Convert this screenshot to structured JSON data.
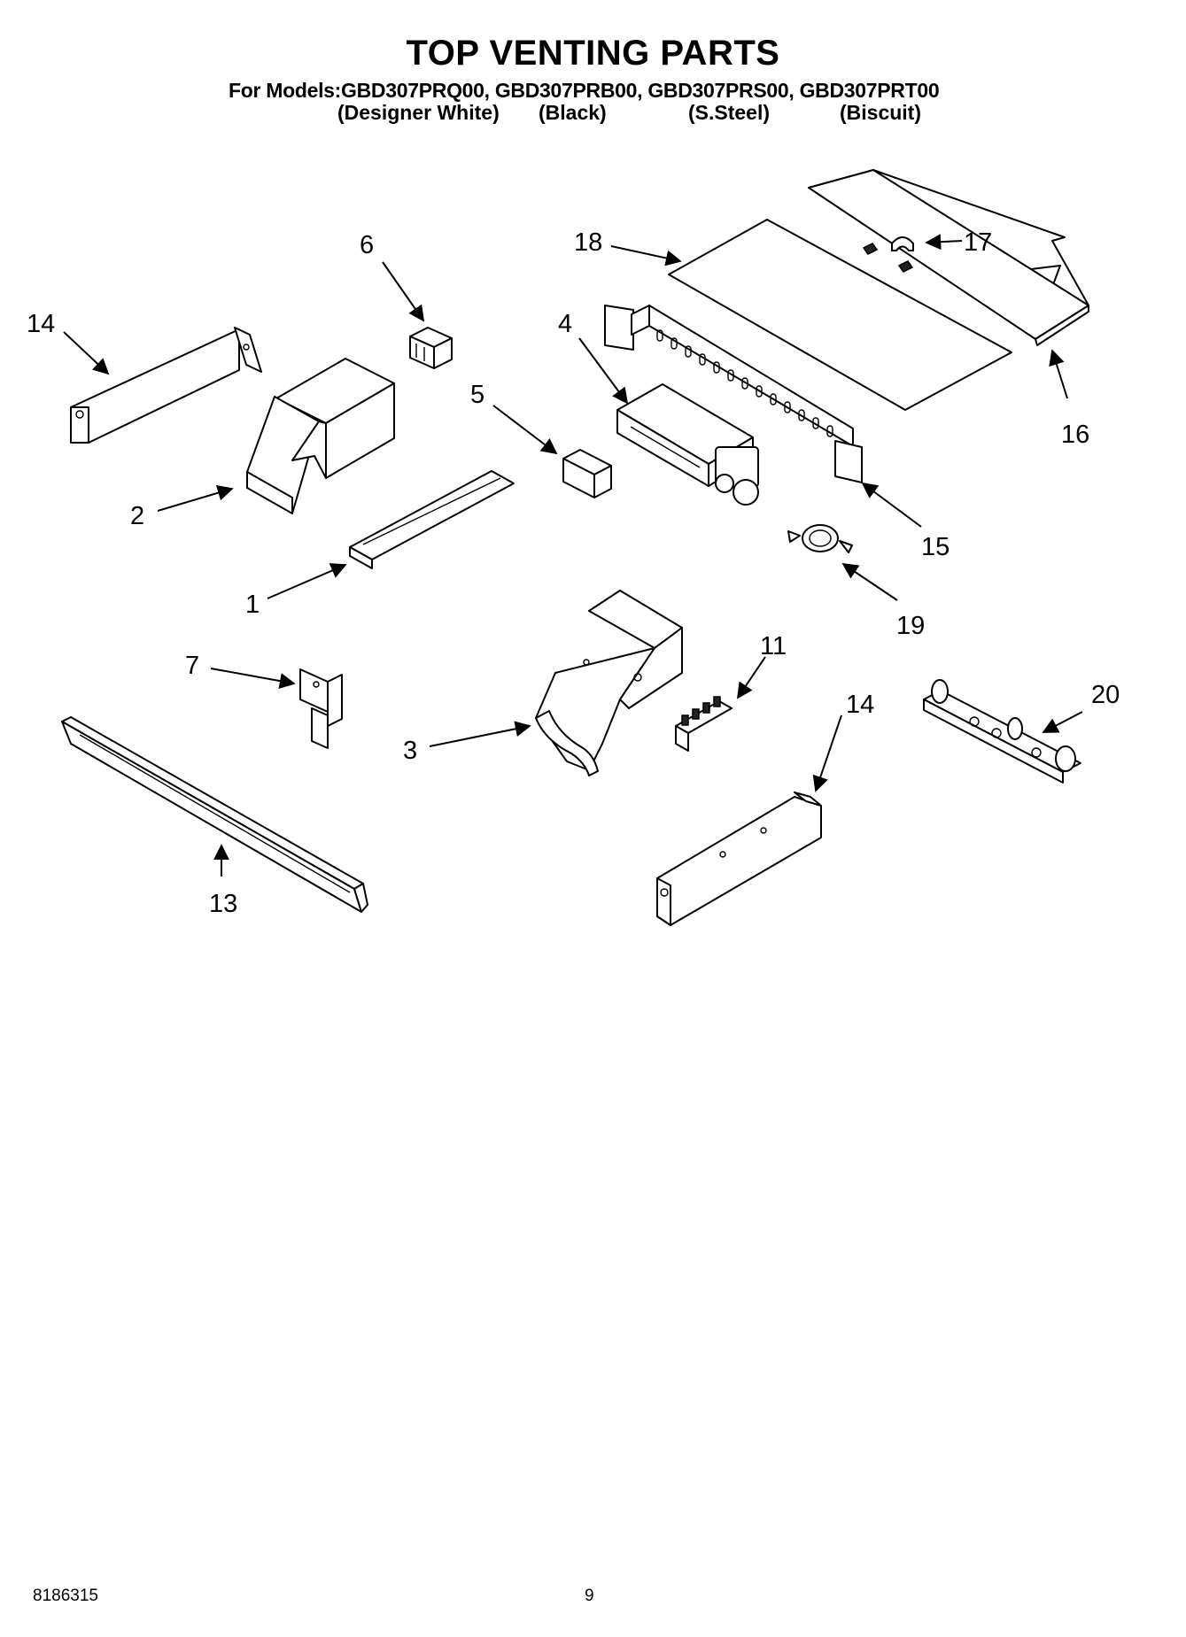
{
  "header": {
    "title": "TOP VENTING PARTS",
    "models_line": "For Models:GBD307PRQ00, GBD307PRB00, GBD307PRS00, GBD307PRT00",
    "finishes": [
      "(Designer White)",
      "(Black)",
      "(S.Steel)",
      "(Biscuit)"
    ]
  },
  "callouts": [
    {
      "id": "c1",
      "label": "1"
    },
    {
      "id": "c2",
      "label": "2"
    },
    {
      "id": "c3",
      "label": "3"
    },
    {
      "id": "c4",
      "label": "4"
    },
    {
      "id": "c5",
      "label": "5"
    },
    {
      "id": "c6",
      "label": "6"
    },
    {
      "id": "c7",
      "label": "7"
    },
    {
      "id": "c11",
      "label": "11"
    },
    {
      "id": "c13",
      "label": "13"
    },
    {
      "id": "c14a",
      "label": "14"
    },
    {
      "id": "c14b",
      "label": "14"
    },
    {
      "id": "c15",
      "label": "15"
    },
    {
      "id": "c16",
      "label": "16"
    },
    {
      "id": "c17",
      "label": "17"
    },
    {
      "id": "c18",
      "label": "18"
    },
    {
      "id": "c19",
      "label": "19"
    },
    {
      "id": "c20",
      "label": "20"
    }
  ],
  "footer": {
    "doc_number": "8186315",
    "page_number": "9"
  }
}
